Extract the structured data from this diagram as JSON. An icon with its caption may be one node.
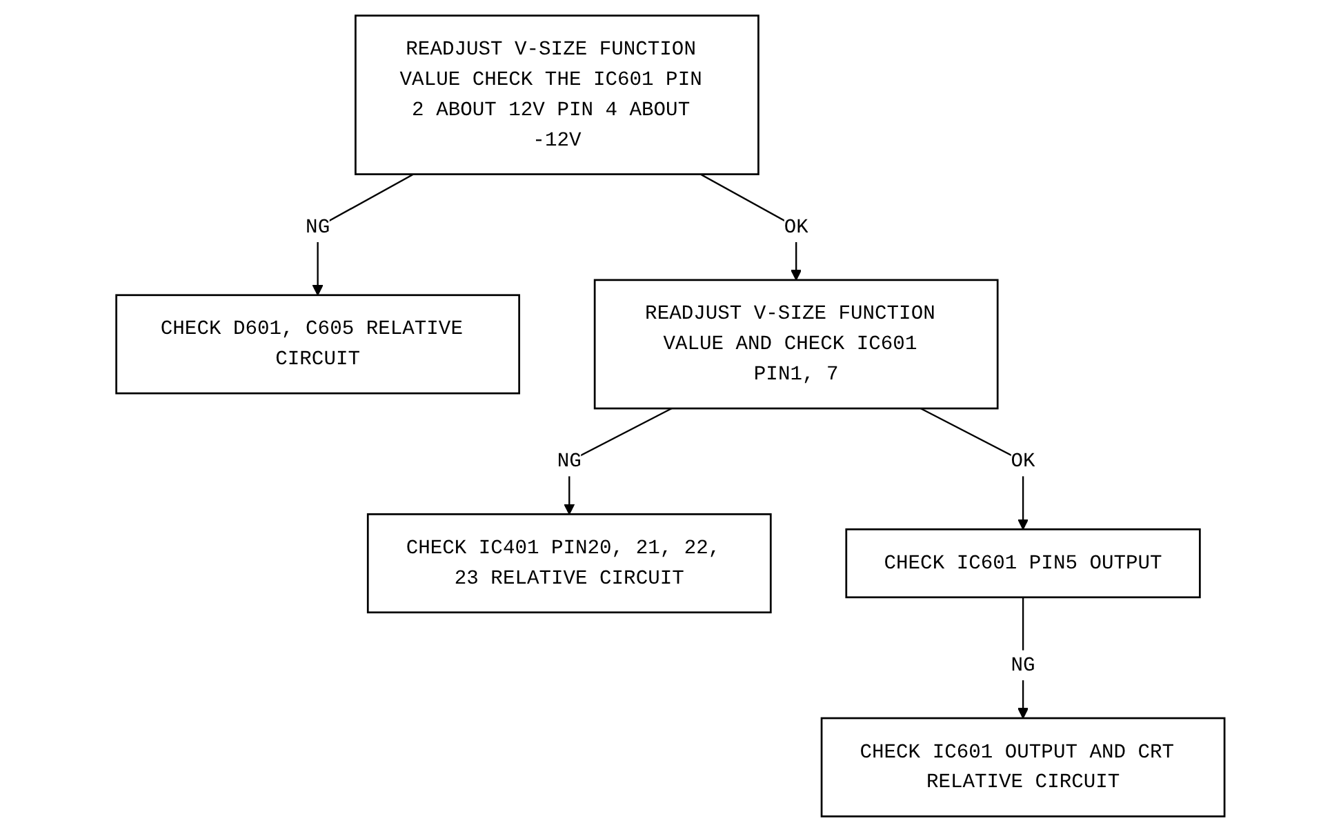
{
  "diagram": {
    "nodes": [
      {
        "text": [
          "READJUST V-SIZE FUNCTION VALUE CHECK THE IC601 PIN 2 ABOUT 12V PIN 4 ABOUT -12V"
        ]
      },
      {
        "text": [
          "CHECK D601, C605 RELATIVE CIRCUIT"
        ]
      },
      {
        "text": [
          "READJUST V-SIZE FUNCTION VALUE AND CHECK IC601 PIN1, 7"
        ]
      },
      {
        "text": [
          "CHECK IC401 PIN20, 21, 22, 23 RELATIVE CIRCUIT"
        ]
      },
      {
        "text": [
          "CHECK IC601 PIN5 OUTPUT"
        ]
      },
      {
        "text": [
          "CHECK IC601 OUTPUT AND CRT RELATIVE CIRCUIT"
        ]
      }
    ],
    "edges": [
      {
        "from": 0,
        "to": 1,
        "arrow": "to",
        "label": "NG"
      },
      {
        "from": 0,
        "to": 2,
        "arrow": "to",
        "label": "OK"
      },
      {
        "from": 2,
        "to": 3,
        "arrow": "to",
        "label": "NG"
      },
      {
        "from": 2,
        "to": 4,
        "arrow": "to",
        "label": "OK"
      },
      {
        "from": 4,
        "to": 5,
        "arrow": "to",
        "label": "NG"
      }
    ]
  }
}
